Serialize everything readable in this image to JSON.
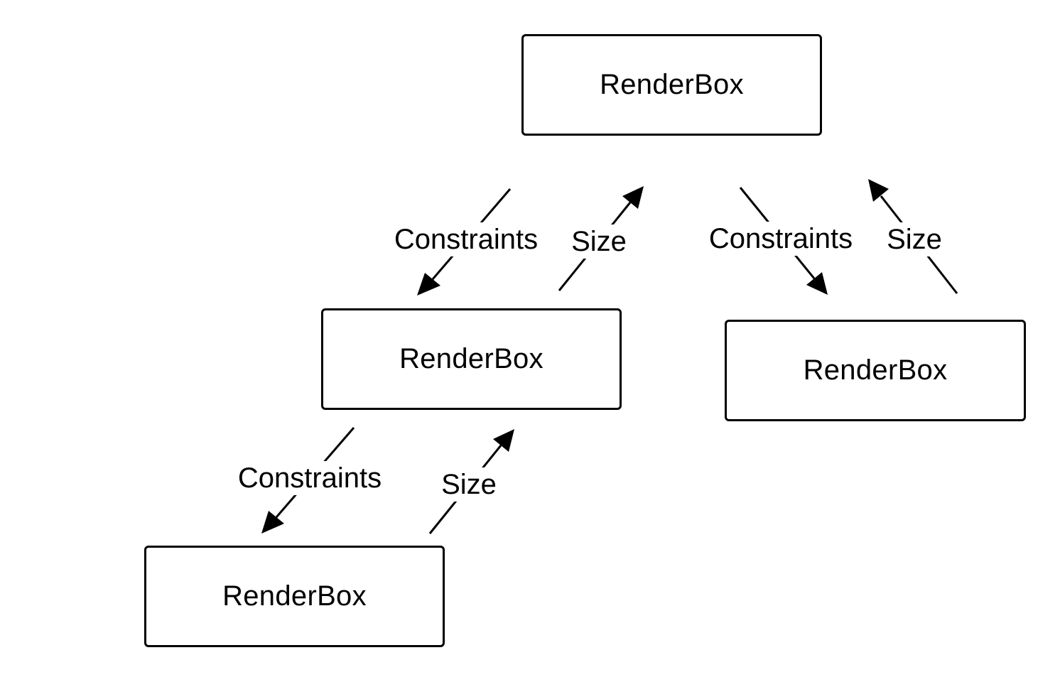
{
  "diagram": {
    "nodes": [
      {
        "id": "root",
        "label": "RenderBox"
      },
      {
        "id": "child-left",
        "label": "RenderBox"
      },
      {
        "id": "child-right",
        "label": "RenderBox"
      },
      {
        "id": "grandchild",
        "label": "RenderBox"
      }
    ],
    "edges": [
      {
        "id": "root-to-left-constraints",
        "from": "root",
        "to": "child-left",
        "label": "Constraints",
        "direction": "down"
      },
      {
        "id": "left-to-root-size",
        "from": "child-left",
        "to": "root",
        "label": "Size",
        "direction": "up"
      },
      {
        "id": "root-to-right-constraints",
        "from": "root",
        "to": "child-right",
        "label": "Constraints",
        "direction": "down"
      },
      {
        "id": "right-to-root-size",
        "from": "child-right",
        "to": "root",
        "label": "Size",
        "direction": "up"
      },
      {
        "id": "left-to-grand-constraints",
        "from": "child-left",
        "to": "grandchild",
        "label": "Constraints",
        "direction": "down"
      },
      {
        "id": "grand-to-left-size",
        "from": "grandchild",
        "to": "child-left",
        "label": "Size",
        "direction": "up"
      }
    ],
    "colors": {
      "stroke": "#000000",
      "background": "#ffffff"
    }
  }
}
